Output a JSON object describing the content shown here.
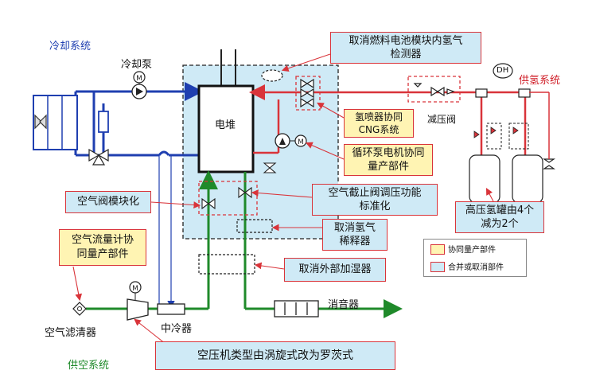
{
  "systems": {
    "cooling": "冷却系统",
    "hydrogen": "供氢系统",
    "air": "供空系统"
  },
  "labels": {
    "cooling_pump": "冷却泵",
    "stack": "电堆",
    "pressure_reducing_valve": "减压阀",
    "air_filter": "空气滤清器",
    "intercooler": "中冷器",
    "muffler": "消音器",
    "dh_tag": "DH"
  },
  "callouts": {
    "remove_h2_detector_l1": "取消燃料电池模块内氢气",
    "remove_h2_detector_l2": "检测器",
    "injector_cng_l1": "氢喷器协同",
    "injector_cng_l2": "CNG系统",
    "recirc_pump_l1": "循环泵电机协同",
    "recirc_pump_l2": "量产部件",
    "air_valve_module": "空气阀模块化",
    "shutoff_valve_l1": "空气截止阀调压功能",
    "shutoff_valve_l2": "标准化",
    "remove_diluter_l1": "取消氢气",
    "remove_diluter_l2": "稀释器",
    "remove_humidifier": "取消外部加湿器",
    "flowmeter_l1": "空气流量计协",
    "flowmeter_l2": "同量产部件",
    "tanks_l1": "高压氢罐由4个",
    "tanks_l2": "减为2个",
    "compressor": "空压机类型由涡旋式改为罗茨式"
  },
  "legend": {
    "shared_parts": "协同量产部件",
    "merged_parts": "合并或取消部件"
  },
  "colors": {
    "cooling_line": "#1f3fb0",
    "hydrogen_line": "#d9343a",
    "air_line": "#1f8a2a",
    "module_fill": "#cfeaf6",
    "shared_fill": "#fff4b3"
  }
}
